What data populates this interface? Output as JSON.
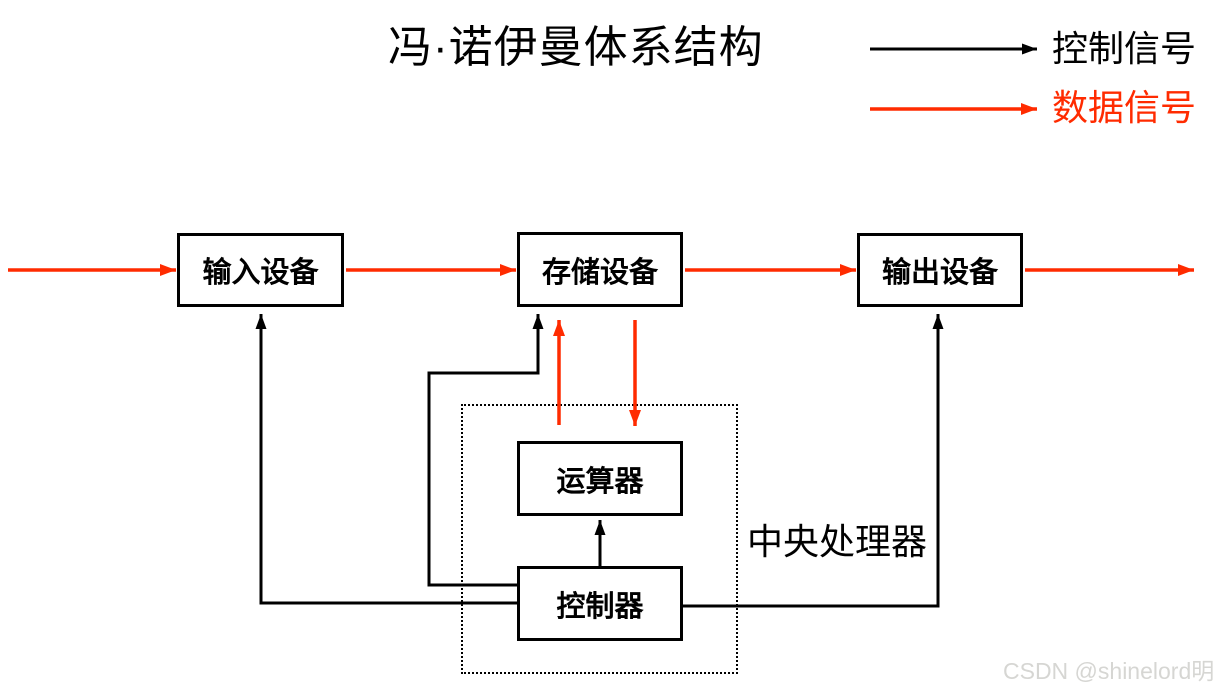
{
  "page": {
    "title": "冯·诺伊曼体系结构",
    "watermark": "CSDN @shinelord明"
  },
  "legend": {
    "items": [
      {
        "id": "control-signal",
        "label": "控制信号",
        "color": "#000000"
      },
      {
        "id": "data-signal",
        "label": "数据信号",
        "color": "#ff2b00"
      }
    ]
  },
  "diagram": {
    "cpu_group_label": "中央处理器",
    "nodes": [
      {
        "id": "input-device",
        "label": "输入设备"
      },
      {
        "id": "storage-device",
        "label": "存储设备"
      },
      {
        "id": "output-device",
        "label": "输出设备"
      },
      {
        "id": "alu",
        "label": "运算器"
      },
      {
        "id": "controller",
        "label": "控制器"
      }
    ],
    "edges": [
      {
        "from": "external-input",
        "to": "input-device",
        "signal": "data"
      },
      {
        "from": "input-device",
        "to": "storage-device",
        "signal": "data"
      },
      {
        "from": "storage-device",
        "to": "output-device",
        "signal": "data"
      },
      {
        "from": "output-device",
        "to": "external-output",
        "signal": "data"
      },
      {
        "from": "alu",
        "to": "storage-device",
        "signal": "data"
      },
      {
        "from": "storage-device",
        "to": "alu",
        "signal": "data"
      },
      {
        "from": "controller",
        "to": "alu",
        "signal": "control"
      },
      {
        "from": "controller",
        "to": "storage-device",
        "signal": "control"
      },
      {
        "from": "controller",
        "to": "input-device",
        "signal": "control"
      },
      {
        "from": "controller",
        "to": "output-device",
        "signal": "control"
      }
    ],
    "colors": {
      "control": "#000000",
      "data": "#ff2b00"
    }
  }
}
